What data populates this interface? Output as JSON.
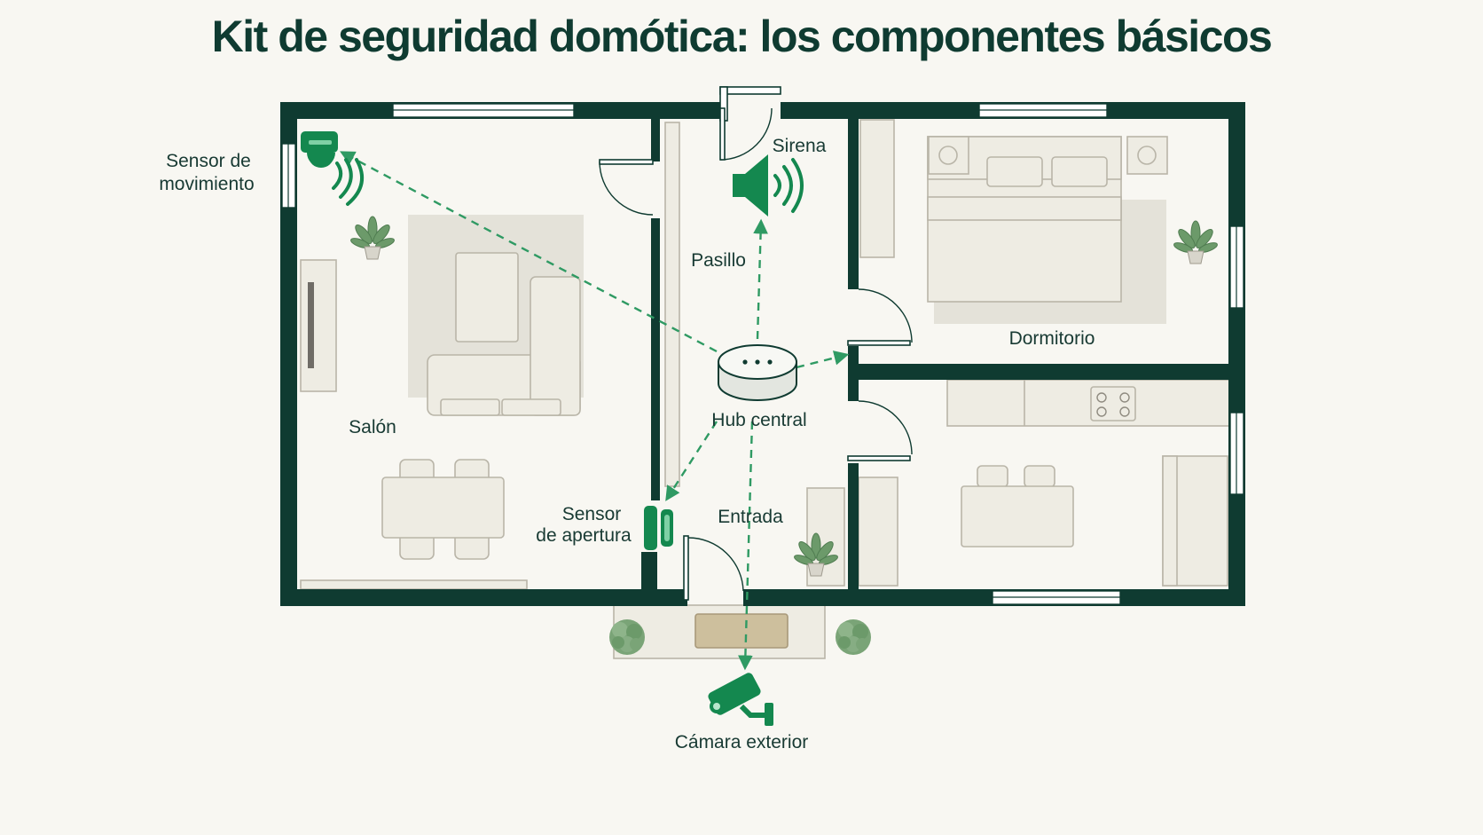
{
  "title": "Kit de seguridad domótica: los componentes básicos",
  "colors": {
    "wall": "#0f3b31",
    "accent": "#14884f",
    "link": "#2f9a63",
    "background": "#f8f7f2"
  },
  "rooms": {
    "salon": "Salón",
    "pasillo": "Pasillo",
    "dormitorio": "Dormitorio",
    "entrada": "Entrada"
  },
  "devices": {
    "motion_sensor": {
      "line1": "Sensor de",
      "line2": "movimiento",
      "icon": "motion-sensor-icon"
    },
    "siren": {
      "label": "Sirena",
      "icon": "speaker-icon"
    },
    "hub": {
      "label": "Hub central",
      "icon": "smart-hub-icon"
    },
    "door_sensor": {
      "line1": "Sensor",
      "line2": "de apertura",
      "icon": "contact-sensor-icon"
    },
    "camera": {
      "label": "Cámara exterior",
      "icon": "security-camera-icon"
    }
  }
}
